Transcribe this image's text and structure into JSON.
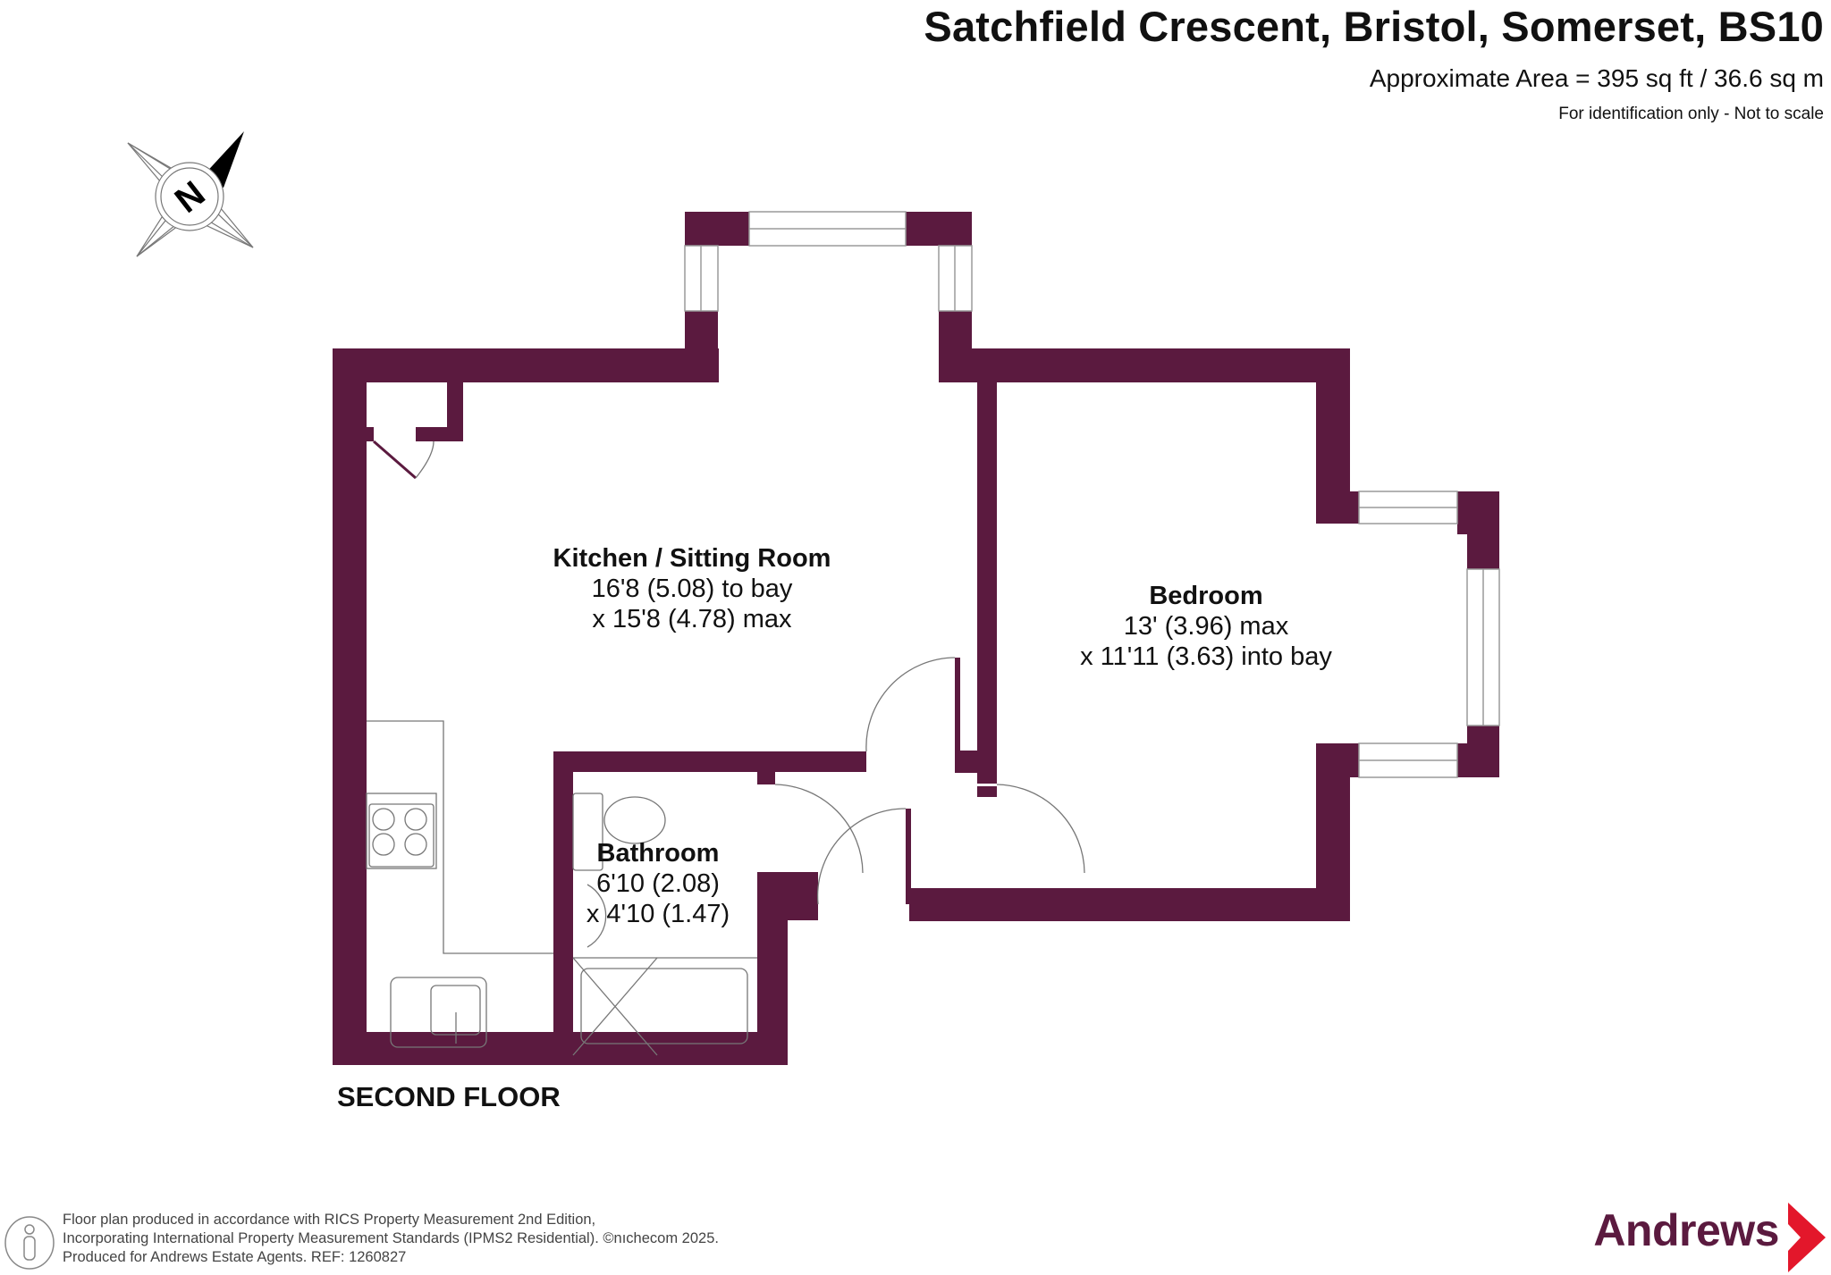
{
  "header": {
    "address": "Satchfield Crescent, Bristol, Somerset, BS10",
    "area": "Approximate Area = 395 sq ft / 36.6 sq m",
    "disclaimer": "For identification only - Not to scale"
  },
  "compass": {
    "icon": "north-arrow-compass-icon",
    "label": "N"
  },
  "colors": {
    "wall": "#5b1a3f",
    "window": "#9a9a9a",
    "fixture": "#777777",
    "brand_red": "#e3172b",
    "brand_text": "#5b1a3f"
  },
  "rooms": [
    {
      "name": "Kitchen / Sitting Room",
      "dim1": "16'8 (5.08) to bay",
      "dim2": "x 15'8 (4.78) max"
    },
    {
      "name": "Bedroom",
      "dim1": "13' (3.96) max",
      "dim2": "x 11'11 (3.63) into bay"
    },
    {
      "name": "Bathroom",
      "dim1": "6'10 (2.08)",
      "dim2": "x 4'10 (1.47)"
    }
  ],
  "floor": {
    "label": "SECOND FLOOR"
  },
  "footer": {
    "line1": "Floor plan produced in accordance with RICS Property Measurement 2nd Edition,",
    "line2": "Incorporating International Property Measurement Standards (IPMS2 Residential).   ©nıchecom 2025.",
    "line3": "Produced for Andrews Estate Agents.   REF: 1260827"
  },
  "brand": {
    "name": "Andrews"
  }
}
